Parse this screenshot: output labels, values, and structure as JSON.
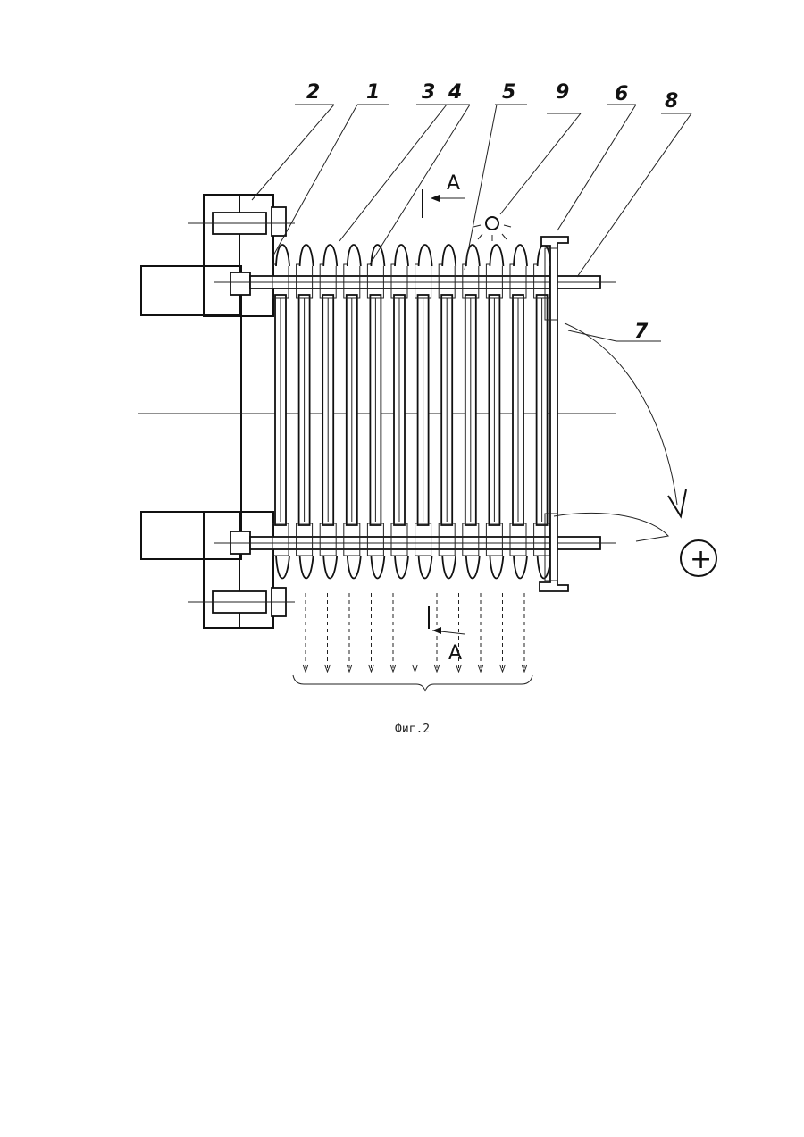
{
  "figure": {
    "caption": "Фиг.2",
    "section_letter": "А",
    "plus_symbol": "+",
    "labels": [
      "2",
      "1",
      "3",
      "4",
      "5",
      "9",
      "6",
      "8",
      "7"
    ]
  }
}
